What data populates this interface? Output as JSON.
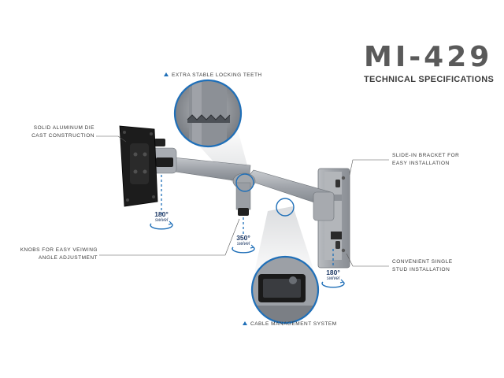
{
  "header": {
    "model": "MI-429",
    "subtitle": "TECHNICAL SPECIFICATIONS"
  },
  "callouts": {
    "locking_teeth": "EXTRA STABLE LOCKING TEETH",
    "aluminum_line1": "SOLID ALUMINUM DIE",
    "aluminum_line2": "CAST CONSTRUCTION",
    "slide_line1": "SLIDE-IN BRACKET FOR",
    "slide_line2": "EASY INSTALLATION",
    "knobs_line1": "KNOBS FOR EASY VEIWING",
    "knobs_line2": "ANGLE ADJUSTMENT",
    "stud_line1": "CONVENIENT SINGLE",
    "stud_line2": "STUD INSTALLATION",
    "cable": "CABLE MANAGEMENT SYSTEM"
  },
  "badges": {
    "left": {
      "degrees": "180°",
      "label": "swivel"
    },
    "middle": {
      "degrees": "350°",
      "label": "swivel"
    },
    "right": {
      "degrees": "180°",
      "label": "swivel"
    }
  },
  "colors": {
    "accent_blue": "#1f6fb8",
    "arm_silver": "#a9adb3",
    "plate_black": "#1c1c1c",
    "title_gray": "#5a5a5a"
  }
}
